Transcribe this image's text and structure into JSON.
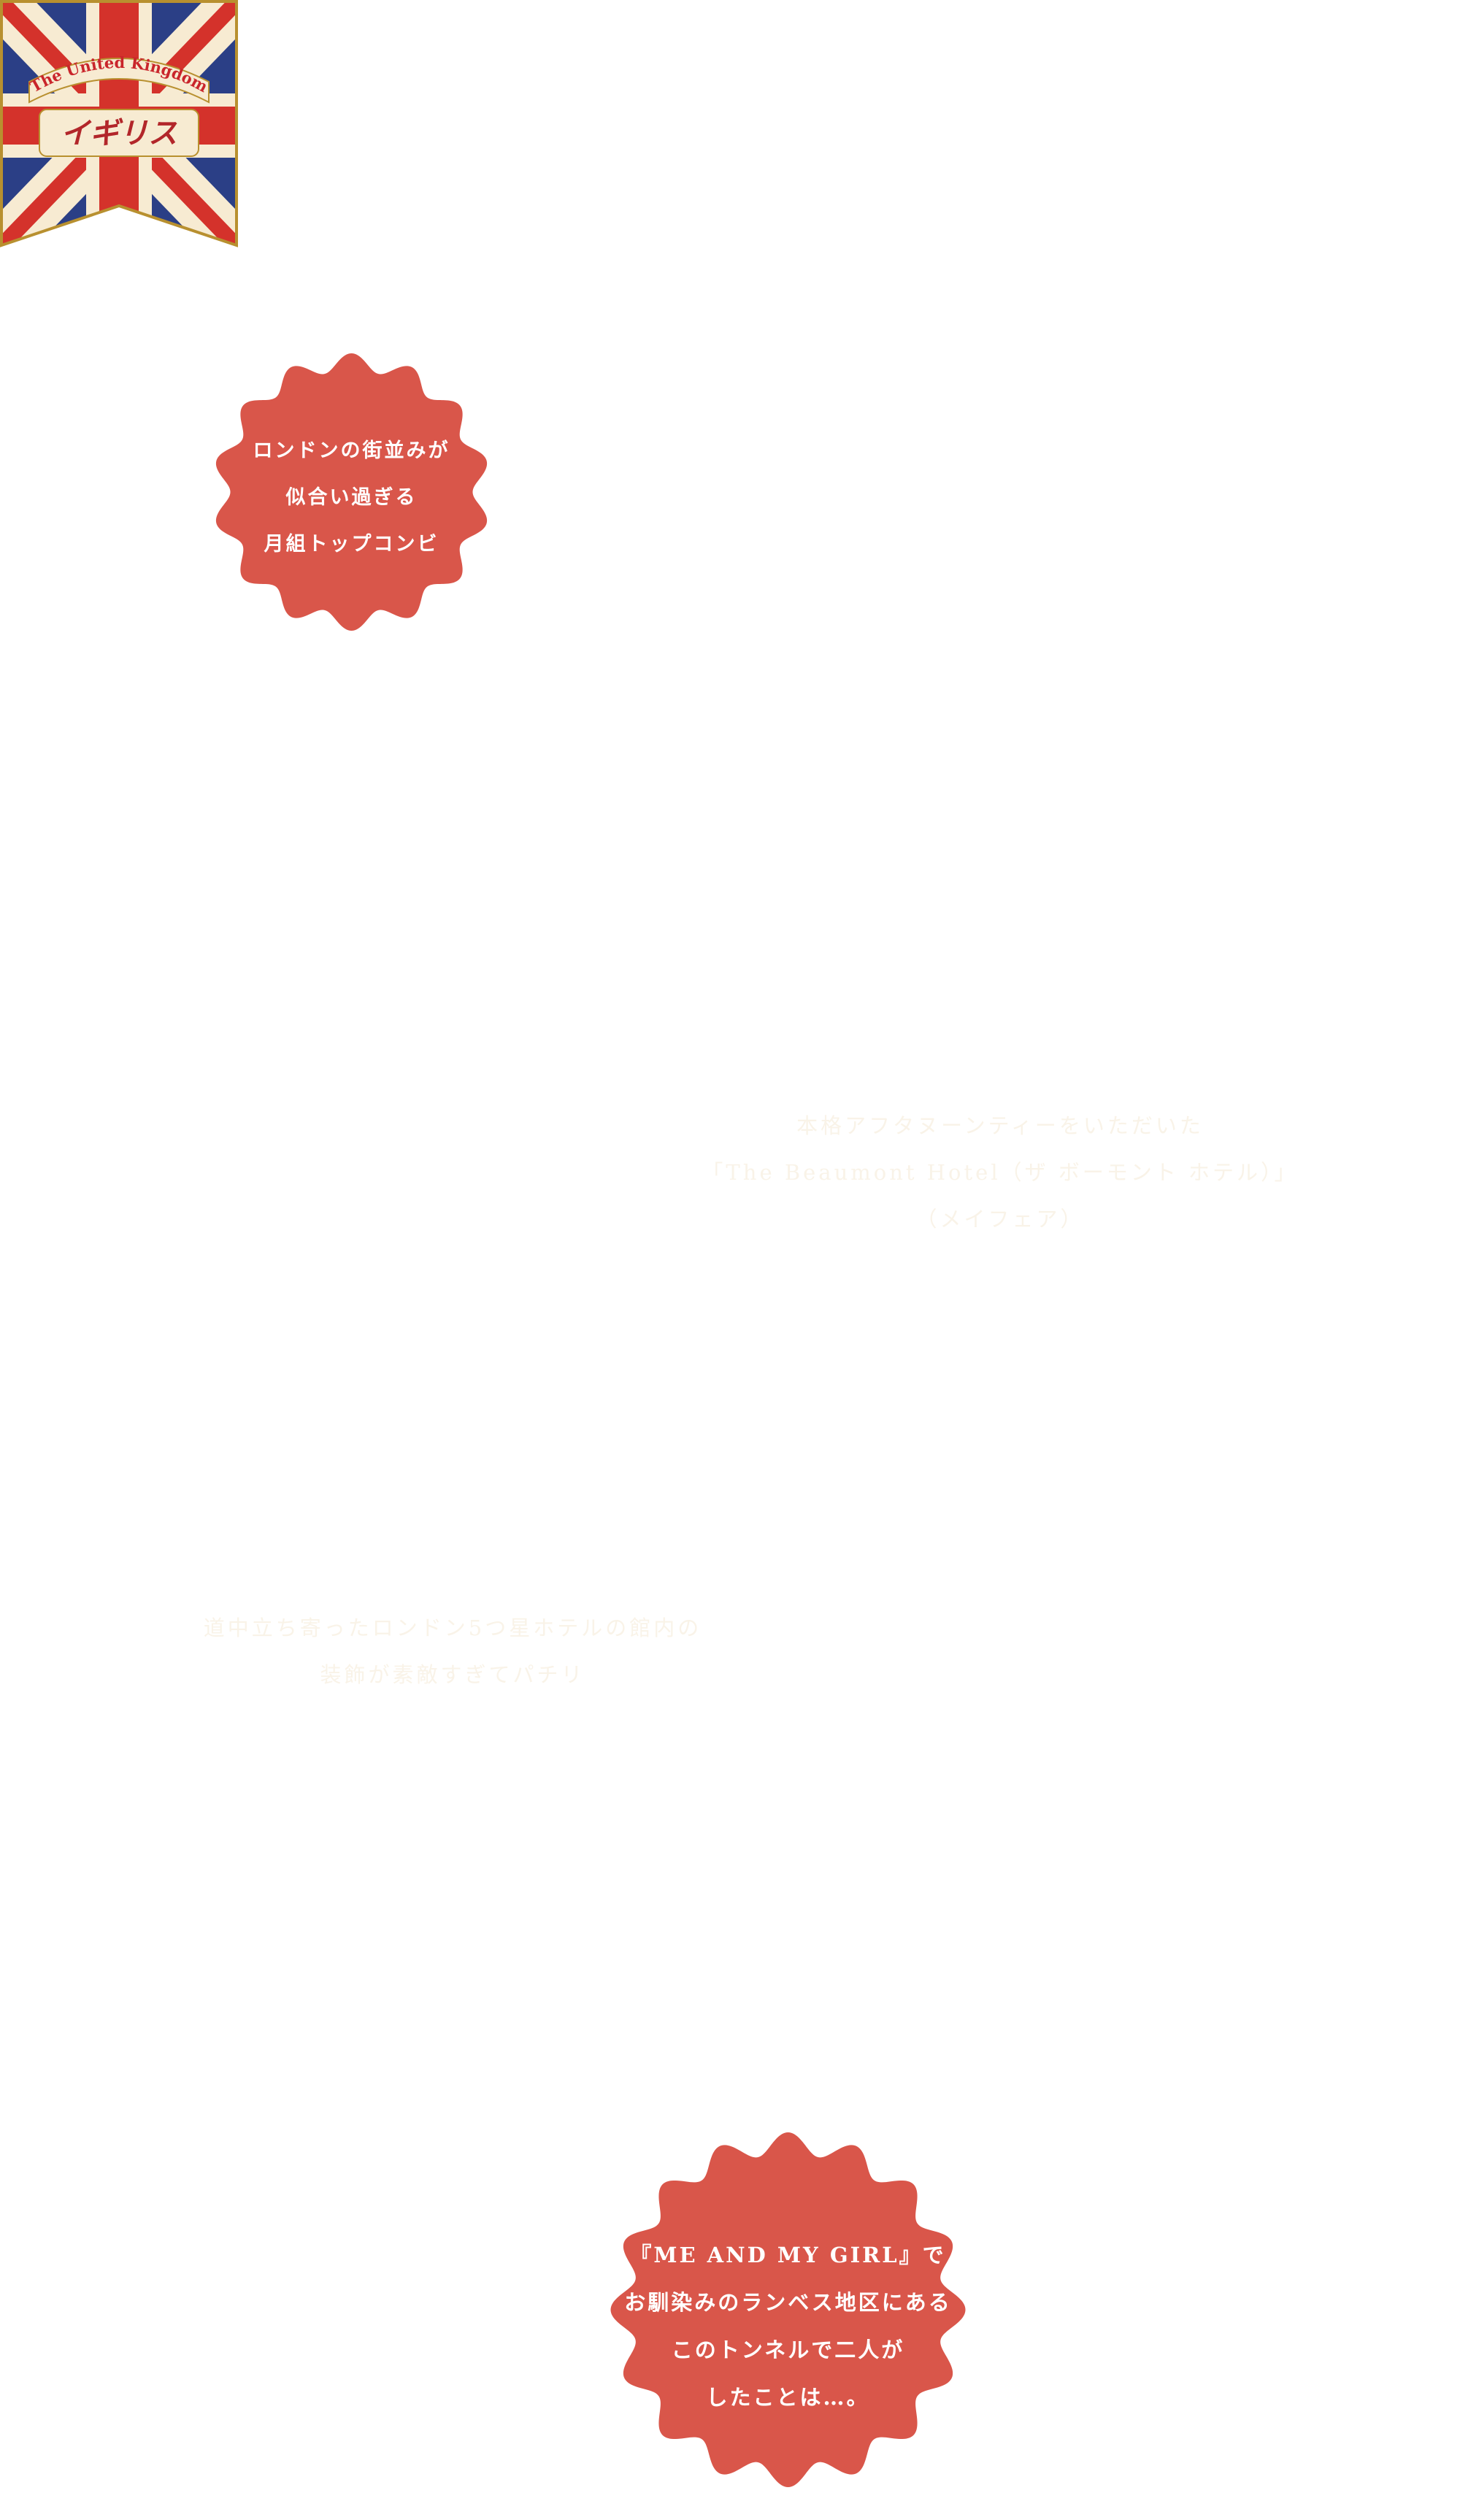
{
  "flag_badge": {
    "country_en": "The United Kingdom",
    "country_ja": "イギリス",
    "colors": {
      "blue": "#2b3f86",
      "red": "#d4322b",
      "cream": "#f7ebd2",
      "gold": "#b8902f"
    }
  },
  "badges": {
    "london": {
      "color": "#d9564a",
      "lines": [
        "ロンドンの街並みが",
        "似合い過ぎる",
        "月組トップコンビ"
      ]
    },
    "tunnel": {
      "color": "#d9564a",
      "lines": [
        "『ME AND MY GIRL』で",
        "お馴染みのランベス地区にある",
        "このトンネルで二人が",
        "したことは…。"
      ]
    }
  },
  "captions": {
    "beaumont": {
      "lines": [
        "本格アフタヌーンティーをいただいた",
        "「The Beaumont Hotel（ザ ボーモント ホテル）」",
        "（メイフェア）"
      ]
    },
    "hotel": {
      "lines": [
        "道中立ち寄ったロンドン5つ星ホテルの館内の",
        "装飾が素敵すぎてパチリ"
      ]
    }
  }
}
